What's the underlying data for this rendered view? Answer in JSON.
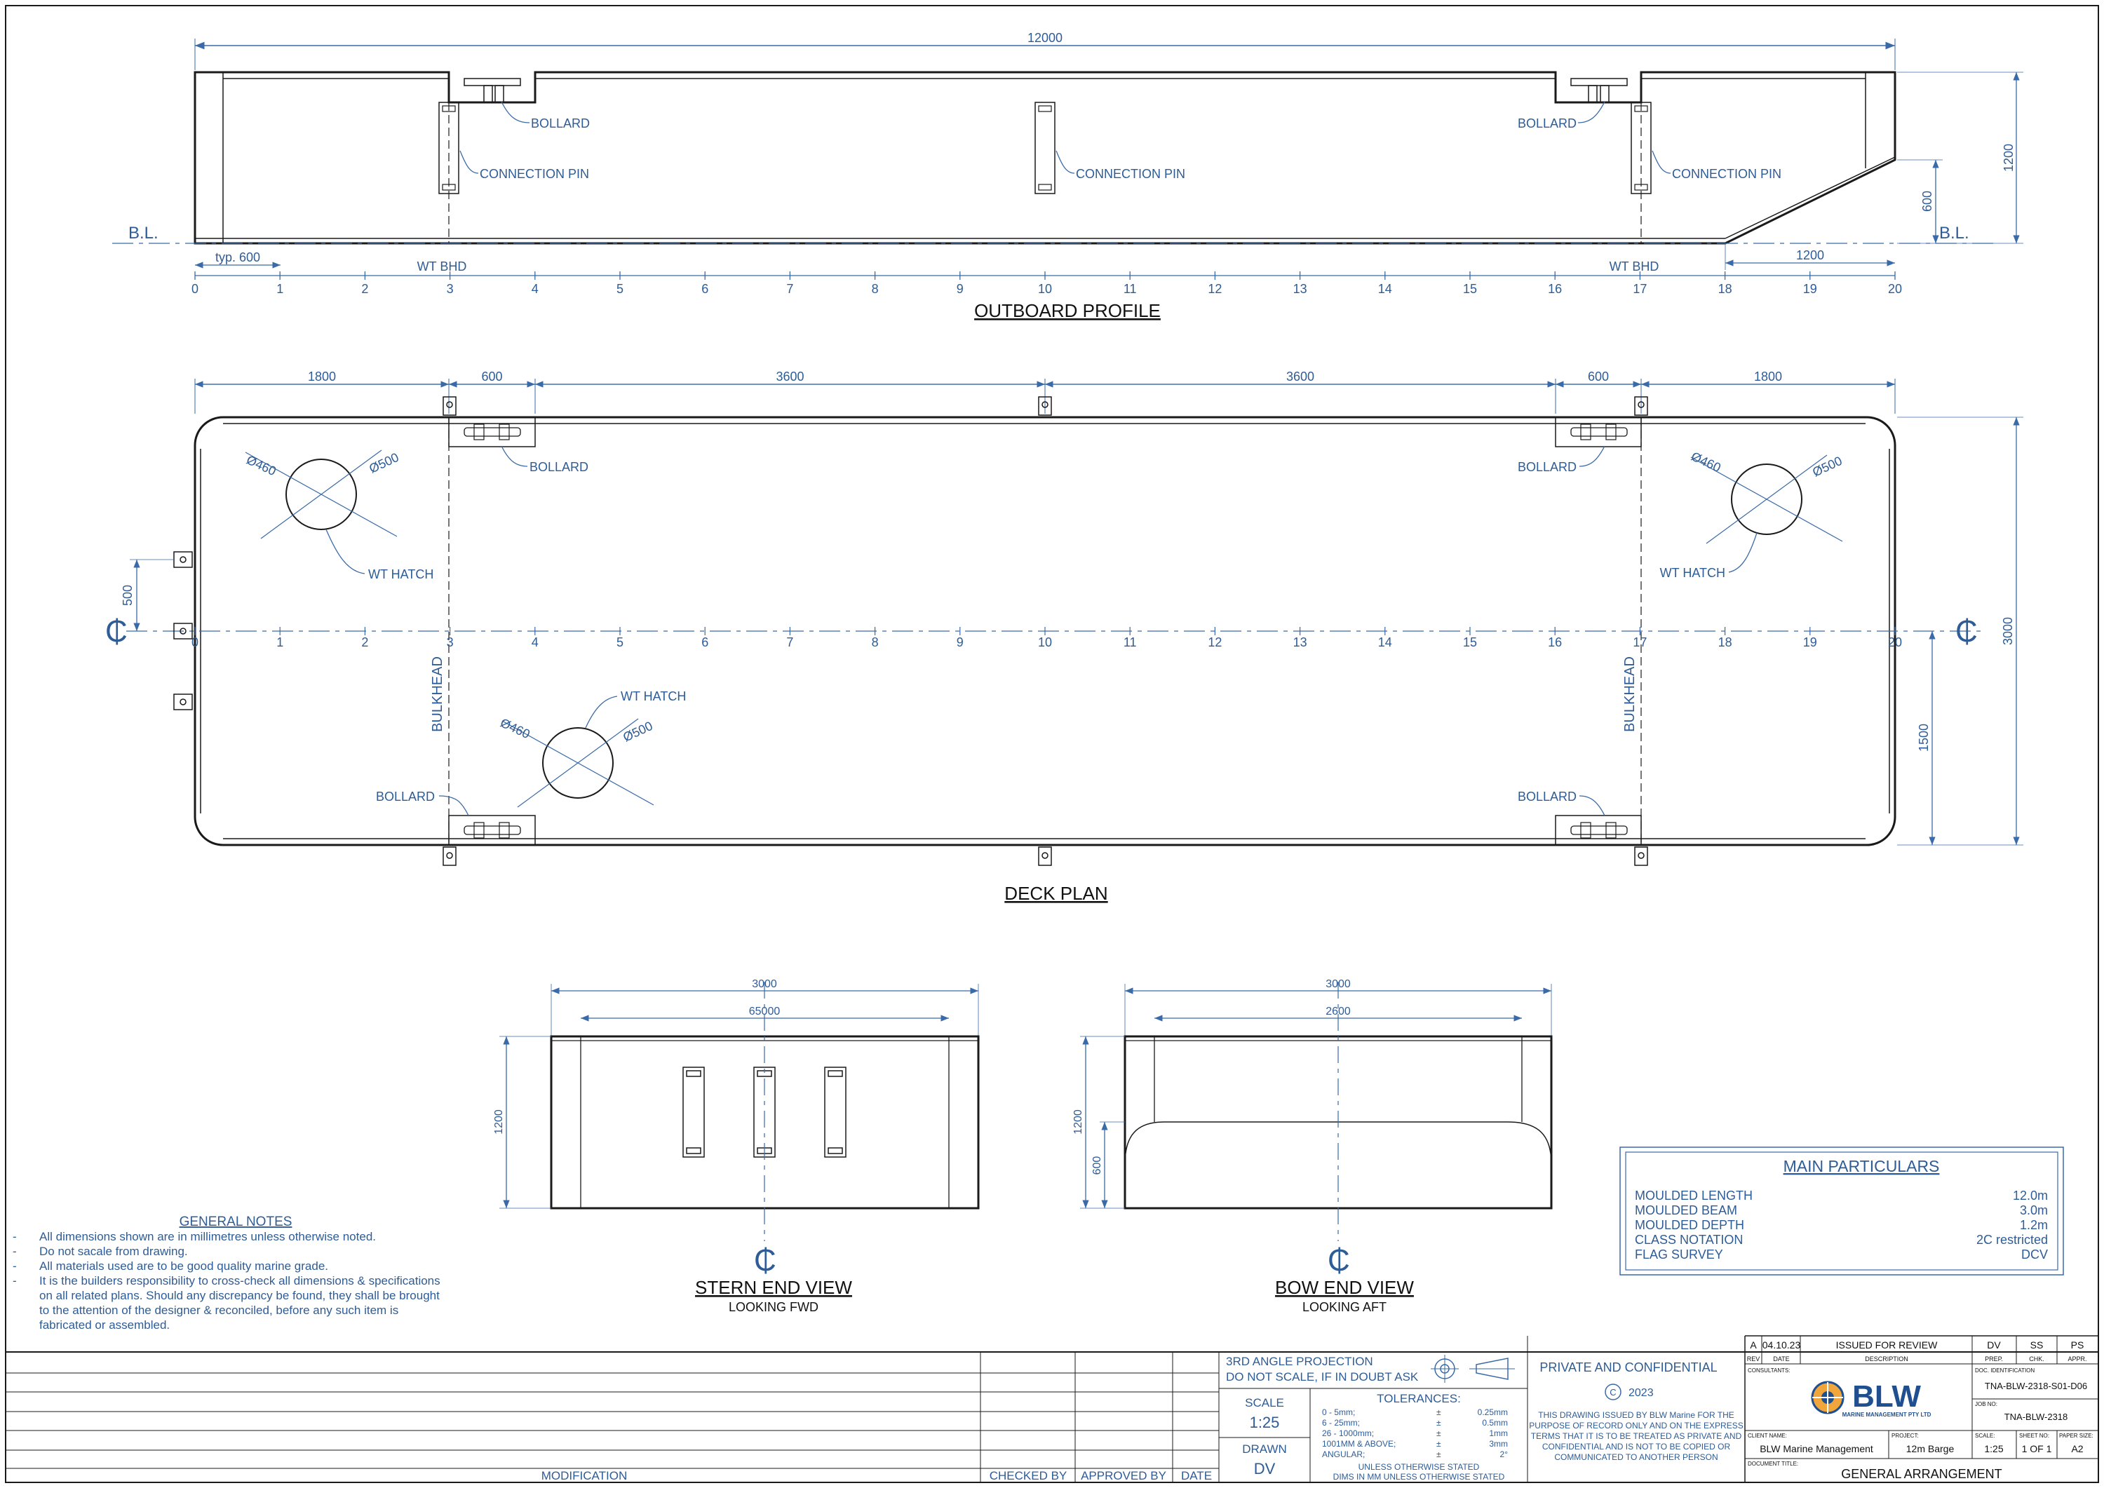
{
  "profile": {
    "title": "OUTBOARD PROFILE",
    "overall_length": "12000",
    "height": "1200",
    "rake_height": "600",
    "rake_length": "1200",
    "typ_spacing": "typ. 600",
    "baseline": "B.L.",
    "bulkhead": "WT BHD",
    "bollard": "BOLLARD",
    "connection_pin": "CONNECTION PIN",
    "frames": [
      "0",
      "1",
      "2",
      "3",
      "4",
      "5",
      "6",
      "7",
      "8",
      "9",
      "10",
      "11",
      "12",
      "13",
      "14",
      "15",
      "16",
      "17",
      "18",
      "19",
      "20"
    ]
  },
  "deck": {
    "title": "DECK PLAN",
    "spacings": [
      "1800",
      "600",
      "3600",
      "3600",
      "600",
      "1800"
    ],
    "beam": "3000",
    "half_beam": "1500",
    "pin_offset": "500",
    "hatch_inner": "Ø460",
    "hatch_outer": "Ø500",
    "wt_hatch": "WT HATCH",
    "bulkhead": "BULKHEAD",
    "bollard": "BOLLARD",
    "centerline": "₵"
  },
  "stern": {
    "title": "STERN END VIEW",
    "subtitle": "LOOKING FWD",
    "width": "3000",
    "inner_width": "65000",
    "height": "1200"
  },
  "bow": {
    "title": "BOW END VIEW",
    "subtitle": "LOOKING AFT",
    "width": "3000",
    "inner_width": "2600",
    "height": "1200",
    "lower": "600"
  },
  "notes": {
    "title": "GENERAL NOTES",
    "items": [
      "All dimensions shown are in millimetres unless otherwise noted.",
      "Do not sacale from drawing.",
      "All materials used are to be good quality marine grade.",
      "It is the builders responsibility to cross-check all dimensions & specifications",
      "on all related plans. Should any discrepancy be found, they shall be brought",
      "to the attention of the designer & reconciled, before any such item is",
      "fabricated or assembled."
    ]
  },
  "particulars": {
    "title": "MAIN PARTICULARS",
    "rows": [
      {
        "label": "MOULDED LENGTH",
        "value": "12.0m"
      },
      {
        "label": "MOULDED BEAM",
        "value": "3.0m"
      },
      {
        "label": "MOULDED DEPTH",
        "value": "1.2m"
      },
      {
        "label": "CLASS NOTATION",
        "value": "2C restricted"
      },
      {
        "label": "FLAG SURVEY",
        "value": "DCV"
      }
    ]
  },
  "titleblock": {
    "modification": "MODIFICATION",
    "checked_by": "CHECKED BY",
    "approved_by": "APPROVED BY",
    "date": "DATE",
    "projection1": "3RD ANGLE PROJECTION",
    "projection2": "DO NOT SCALE, IF IN DOUBT ASK",
    "scale_label": "SCALE",
    "scale_value": "1:25",
    "drawn_label": "DRAWN",
    "drawn_value": "DV",
    "tolerances": "TOLERANCES:",
    "tol_rows": [
      {
        "range": "0 - 5mm;",
        "value": "0.25mm"
      },
      {
        "range": "6 - 25mm;",
        "value": "0.5mm"
      },
      {
        "range": "26 - 1000mm;",
        "value": "1mm"
      },
      {
        "range": "1001MM & ABOVE;",
        "value": "3mm"
      },
      {
        "range": "ANGULAR;",
        "value": "2°"
      }
    ],
    "tol_note1": "UNLESS OTHERWISE STATED",
    "tol_note2": "DIMS IN MM UNLESS OTHERWISE STATED",
    "private": "PRIVATE AND CONFIDENTIAL",
    "year": "2023",
    "confidential_lines": [
      "THIS DRAWING ISSUED BY BLW Marine FOR THE",
      "PURPOSE OF RECORD ONLY AND ON THE EXPRESS",
      "TERMS THAT IT IS TO BE TREATED AS PRIVATE AND",
      "CONFIDENTIAL AND IS NOT TO BE COPIED OR",
      "COMMUNICATED TO ANOTHER PERSON"
    ],
    "rev": {
      "rev": "A",
      "date": "04.10.23",
      "desc": "ISSUED FOR REVIEW",
      "prep": "DV",
      "chk": "SS",
      "appr": "PS"
    },
    "rev_headers": {
      "rev": "REV",
      "date": "DATE",
      "desc": "DESCRIPTION",
      "prep": "PREP.",
      "chk": "CHK.",
      "appr": "APPR."
    },
    "consultants": "CONSULTANTS:",
    "logo_text": "BLW",
    "logo_sub": "MARINE MANAGEMENT PTY LTD",
    "doc_id_label": "DOC. IDENTIFICATION",
    "doc_id": "TNA-BLW-2318-S01-D06",
    "job_label": "JOB NO:",
    "job_no": "TNA-BLW-2318",
    "client_label": "CLIENT NAME:",
    "client": "BLW Marine Management",
    "project_label": "PROJECT:",
    "project": "12m Barge",
    "scale2_label": "SCALE:",
    "scale2": "1:25",
    "sheet_label": "SHEET NO:",
    "sheet": "1 OF 1",
    "paper_label": "PAPER SIZE:",
    "paper": "A2",
    "doc_title_label": "DOCUMENT TITLE:",
    "doc_title": "GENERAL ARRANGEMENT"
  }
}
